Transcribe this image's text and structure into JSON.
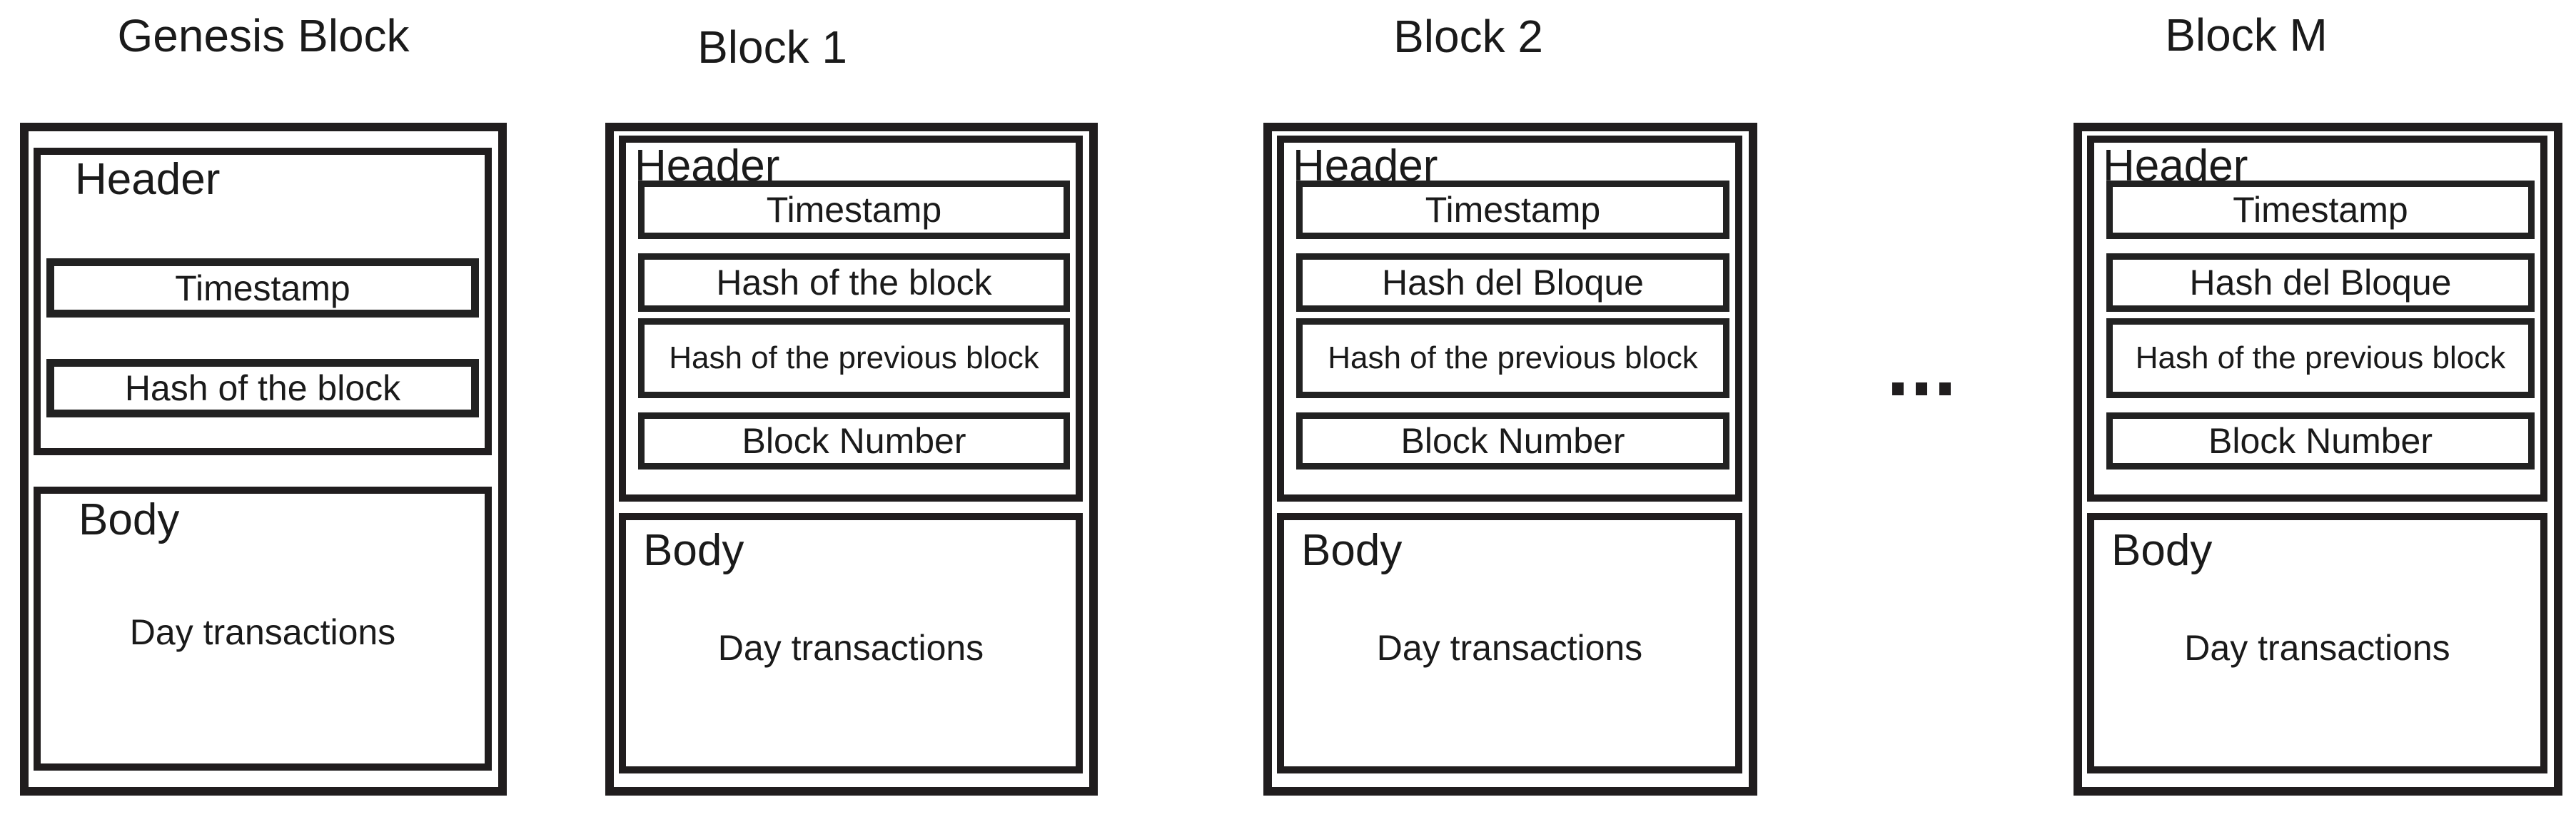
{
  "diagram": {
    "background_color": "#ffffff",
    "line_color": "#201d1e",
    "text_color": "#1a1a1a",
    "separator_ellipsis": "...",
    "blocks": [
      {
        "title": "Genesis Block",
        "header_label": "Header",
        "fields": [
          "Timestamp",
          "Hash of the block"
        ],
        "body_label": "Body",
        "body_text": "Day transactions"
      },
      {
        "title": "Block 1",
        "header_label": "Header",
        "fields": [
          "Timestamp",
          "Hash of the block",
          "Hash of the previous block",
          "Block Number"
        ],
        "body_label": "Body",
        "body_text": "Day transactions"
      },
      {
        "title": "Block 2",
        "header_label": "Header",
        "fields": [
          "Timestamp",
          "Hash del Bloque",
          "Hash of the previous block",
          "Block Number"
        ],
        "body_label": "Body",
        "body_text": "Day transactions"
      },
      {
        "title": "Block M",
        "header_label": "Header",
        "fields": [
          "Timestamp",
          "Hash del Bloque",
          "Hash of the previous block",
          "Block Number"
        ],
        "body_label": "Body",
        "body_text": "Day transactions"
      }
    ]
  }
}
